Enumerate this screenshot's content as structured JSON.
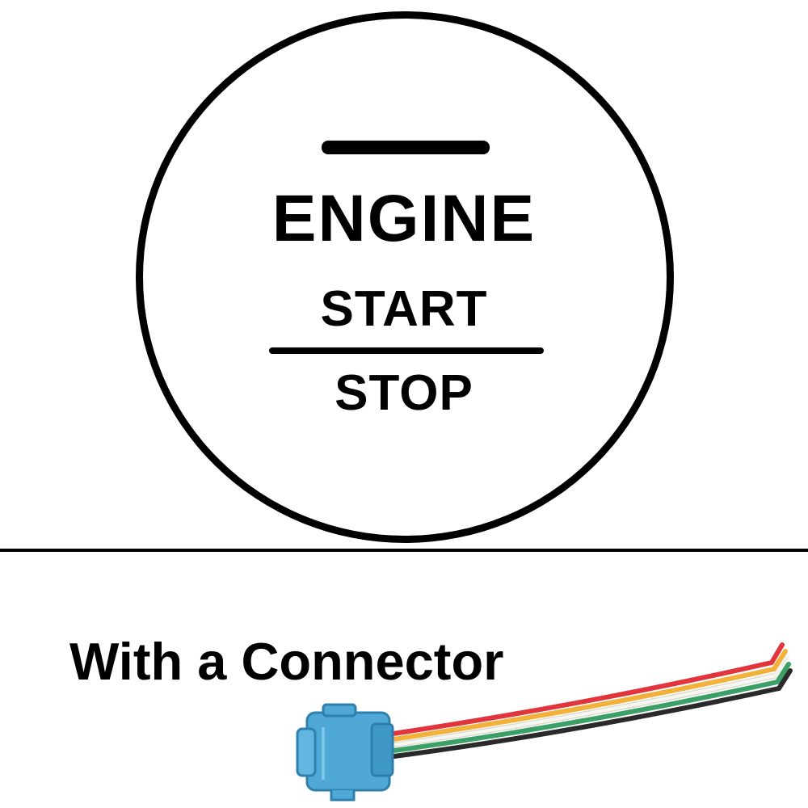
{
  "button_face": {
    "line1": "ENGINE",
    "line2": "START",
    "line3": "STOP"
  },
  "caption": {
    "text": "With a Connector"
  },
  "colors": {
    "outline": "#000000",
    "background": "#ffffff",
    "connector_body": "#4fa8d6",
    "wire_red": "#e2343d",
    "wire_yellow": "#f2b13a",
    "wire_white": "#f2f2ec",
    "wire_green": "#3aa066",
    "wire_black": "#2a2a2a"
  },
  "icons": {
    "connector": "wire-harness-connector-icon"
  }
}
